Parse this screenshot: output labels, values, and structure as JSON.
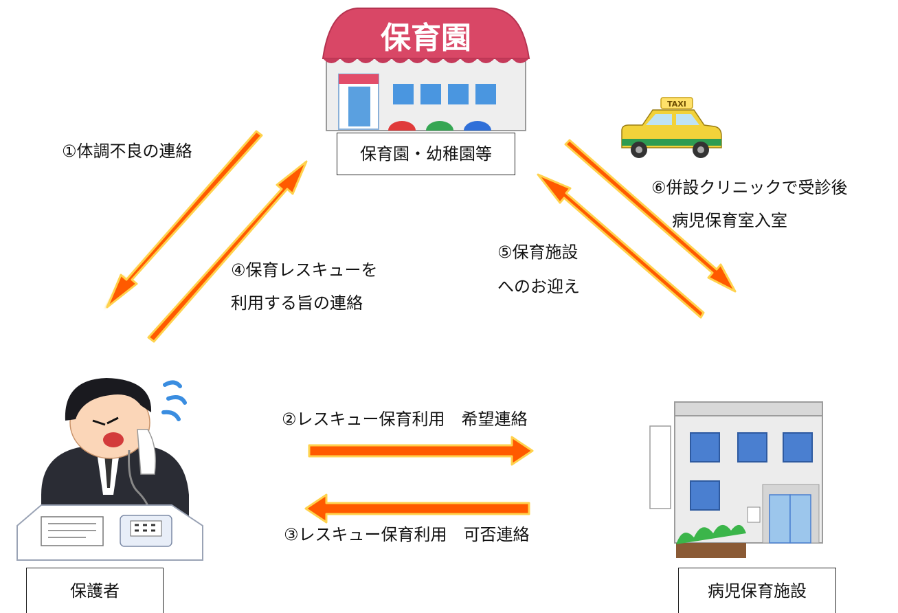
{
  "nodes": {
    "nursery": {
      "sign": "保育園",
      "label": "保育園・幼稚園等"
    },
    "parent": {
      "label": "保護者"
    },
    "sick_childcare": {
      "label": "病児保育施設"
    },
    "taxi": {
      "sign": "TAXI"
    }
  },
  "steps": {
    "s1": "①体調不良の連絡",
    "s2": "②レスキュー保育利用　希望連絡",
    "s3": "③レスキュー保育利用　可否連絡",
    "s4_line1": "④保育レスキューを",
    "s4_line2": "利用する旨の連絡",
    "s5_line1": "⑤保育施設",
    "s5_line2": "へのお迎え",
    "s6_line1": "⑥併設クリニックで受診後",
    "s6_line2": "病児保育室入室"
  },
  "colors": {
    "arrow_fill": "#ff5a00",
    "arrow_glow": "#ffd24d",
    "roof": "#d94766",
    "building": "#ececec",
    "taxi": "#f2d23a"
  }
}
